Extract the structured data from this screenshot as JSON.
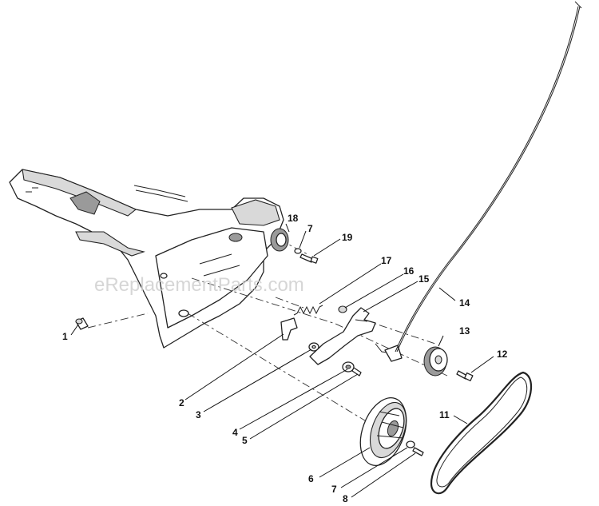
{
  "watermark": "eReplacementParts.com",
  "callouts": {
    "c1": "1",
    "c2": "2",
    "c3": "3",
    "c4": "4",
    "c5": "5",
    "c6": "6",
    "c7a": "7",
    "c7b": "7",
    "c8": "8",
    "c11": "11",
    "c12": "12",
    "c13": "13",
    "c14": "14",
    "c15": "15",
    "c16": "16",
    "c17": "17",
    "c18": "18",
    "c19": "19"
  }
}
